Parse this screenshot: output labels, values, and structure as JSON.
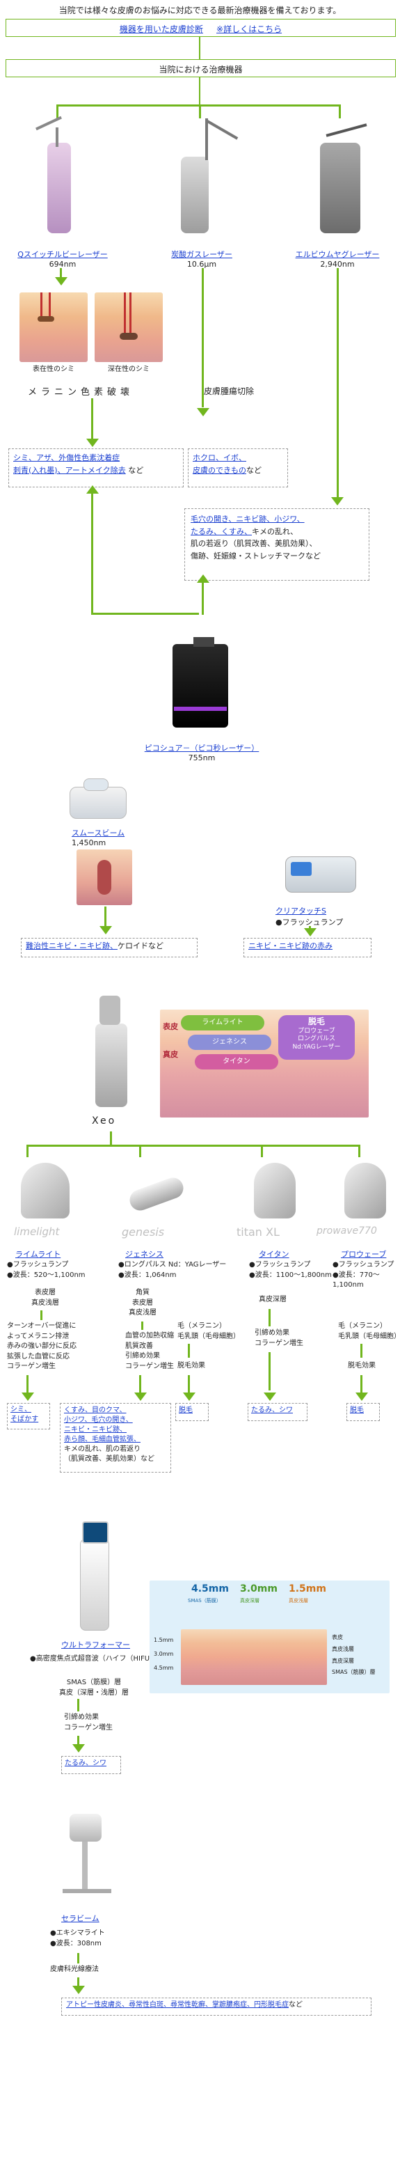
{
  "intro": "当院では様々な皮膚のお悩みに対応できる最新治療機器を備えております。",
  "diag": {
    "label": "機器を用いた皮膚診断",
    "more": "※詳しくはこちら"
  },
  "devices_header": "当院における治療機器",
  "lasers": [
    {
      "name": "Qスイッチルビーレーザー",
      "wave": "694nm"
    },
    {
      "name": "炭酸ガスレーザー",
      "wave": "10.6μm"
    },
    {
      "name": "エルビウムヤグレーザー",
      "wave": "2,940nm"
    }
  ],
  "skin_labels": {
    "left": "表在性のシミ",
    "right": "深在性のシミ"
  },
  "melanin": "メラニン色素破壊",
  "tumor": "皮膚腫瘍切除",
  "box1": {
    "a": "シミ、アザ、外傷性色素沈着症",
    "b": "刺青(入れ墨)、アートメイク除去",
    "c": "など"
  },
  "box2": {
    "a": "ホクロ、イボ、",
    "b": "皮膚のできもの",
    "c": "など"
  },
  "box3": {
    "a": "毛穴の開き、ニキビ跡、小ジワ、",
    "b": "たるみ、くすみ、",
    "c": "キメの乱れ、",
    "d": "肌の若返り（肌質改善、美肌効果）、",
    "e": "傷跡、妊娠線・ストレッチマークなど"
  },
  "picosure": {
    "name": "ピコシュア－（ピコ秒レーザー）",
    "wave": "755nm"
  },
  "smooth": {
    "name": "スムースビーム",
    "wave": "1,450nm"
  },
  "clear": {
    "name": "クリアタッチS",
    "type": "●フラッシュランプ"
  },
  "acne1": {
    "a": "難治性ニキビ・ニキビ跡、",
    "b": "ケロイドなど"
  },
  "acne2": "ニキビ・ニキビ跡の赤み",
  "xeo": {
    "name": "Xeo",
    "layer1": "表皮",
    "layer2": "真皮",
    "pills": [
      "ライムライト",
      "ジェネシス",
      "タイタン"
    ],
    "chip_title": "脱毛",
    "chip_lines": [
      "プロウェーブ",
      "ロングパルス",
      "Nd:YAGレーザー"
    ]
  },
  "hand_logos": [
    "limelight",
    "genesis",
    "titan XL",
    "prowave770"
  ],
  "treatments": [
    {
      "name": "ライムライト",
      "specs": [
        "●フラッシュランプ",
        "●波長：520～1,100nm"
      ]
    },
    {
      "name": "ジェネシス",
      "specs": [
        "●ロングパルス Nd：YAGレーザー",
        "●波長：1,064nm"
      ]
    },
    {
      "name": "タイタン",
      "specs": [
        "●フラッシュランプ",
        "●波長：1100～1,800nm"
      ]
    },
    {
      "name": "プロウェーブ",
      "specs": [
        "●フラッシュランプ",
        "●波長：770～1,100nm"
      ]
    }
  ],
  "lime": {
    "depth": [
      "表皮層",
      "真皮浅層"
    ],
    "effects": [
      "ターンオーバー促進に",
      "よってメラニン排泄",
      "赤みの強い部分に反応",
      "拡張した血管に反応",
      "コラーゲン増生"
    ],
    "result": [
      "シミ、",
      "そばかす"
    ]
  },
  "gen": {
    "depth": [
      "角質",
      "表皮層",
      "真皮浅層"
    ],
    "effects": [
      "血管の加熱収縮",
      "肌質改善",
      "引締め効果",
      "コラーゲン増生"
    ],
    "result_links": [
      "くすみ、目のクマ、",
      "小ジワ、毛穴の開き、",
      "ニキビ・ニキビ跡、",
      "赤ら顔、毛細血管拡張、"
    ],
    "result_text": [
      "キメの乱れ、肌の若返り",
      "（肌質改善、美肌効果）など"
    ]
  },
  "hair": {
    "a": "毛（メラニン）",
    "b": "毛乳頭（毛母細胞）",
    "c": "脱毛効果",
    "d": "脱毛"
  },
  "titan": {
    "depth": "真皮深層",
    "effects": [
      "引締め効果",
      "コラーゲン増生"
    ],
    "result": "たるみ、シワ"
  },
  "ultra": {
    "name": "ウルトラフォーマー",
    "type": "●高密度焦点式超音波（ハイフ（HIFU））",
    "depth": [
      "SMAS（筋膜）層",
      "真皮（深層・浅層）層"
    ],
    "effects": [
      "引締め効果",
      "コラーゲン増生"
    ],
    "result": "たるみ、シワ",
    "diagram": {
      "depths": [
        "4.5mm",
        "3.0mm",
        "1.5mm"
      ],
      "tags": [
        "SMAS（筋膜）",
        "真皮深層",
        "真皮浅層"
      ],
      "scale": [
        "1.5mm",
        "3.0mm",
        "4.5mm"
      ],
      "legend": [
        "表皮",
        "真皮浅層",
        "真皮深層",
        "SMAS（筋膜）層"
      ]
    }
  },
  "thera": {
    "name": "セラビーム",
    "specs": [
      "●エキシマライト",
      "●波長：308nm"
    ],
    "effect": "皮膚科光線療法",
    "result": "アトピー性皮膚炎、尋常性白斑、尋常性乾癬、掌蹠膿疱症、円形脱毛症",
    "suffix": "など"
  },
  "colors": {
    "green": "#71b61e",
    "link": "#1a3fd0"
  }
}
